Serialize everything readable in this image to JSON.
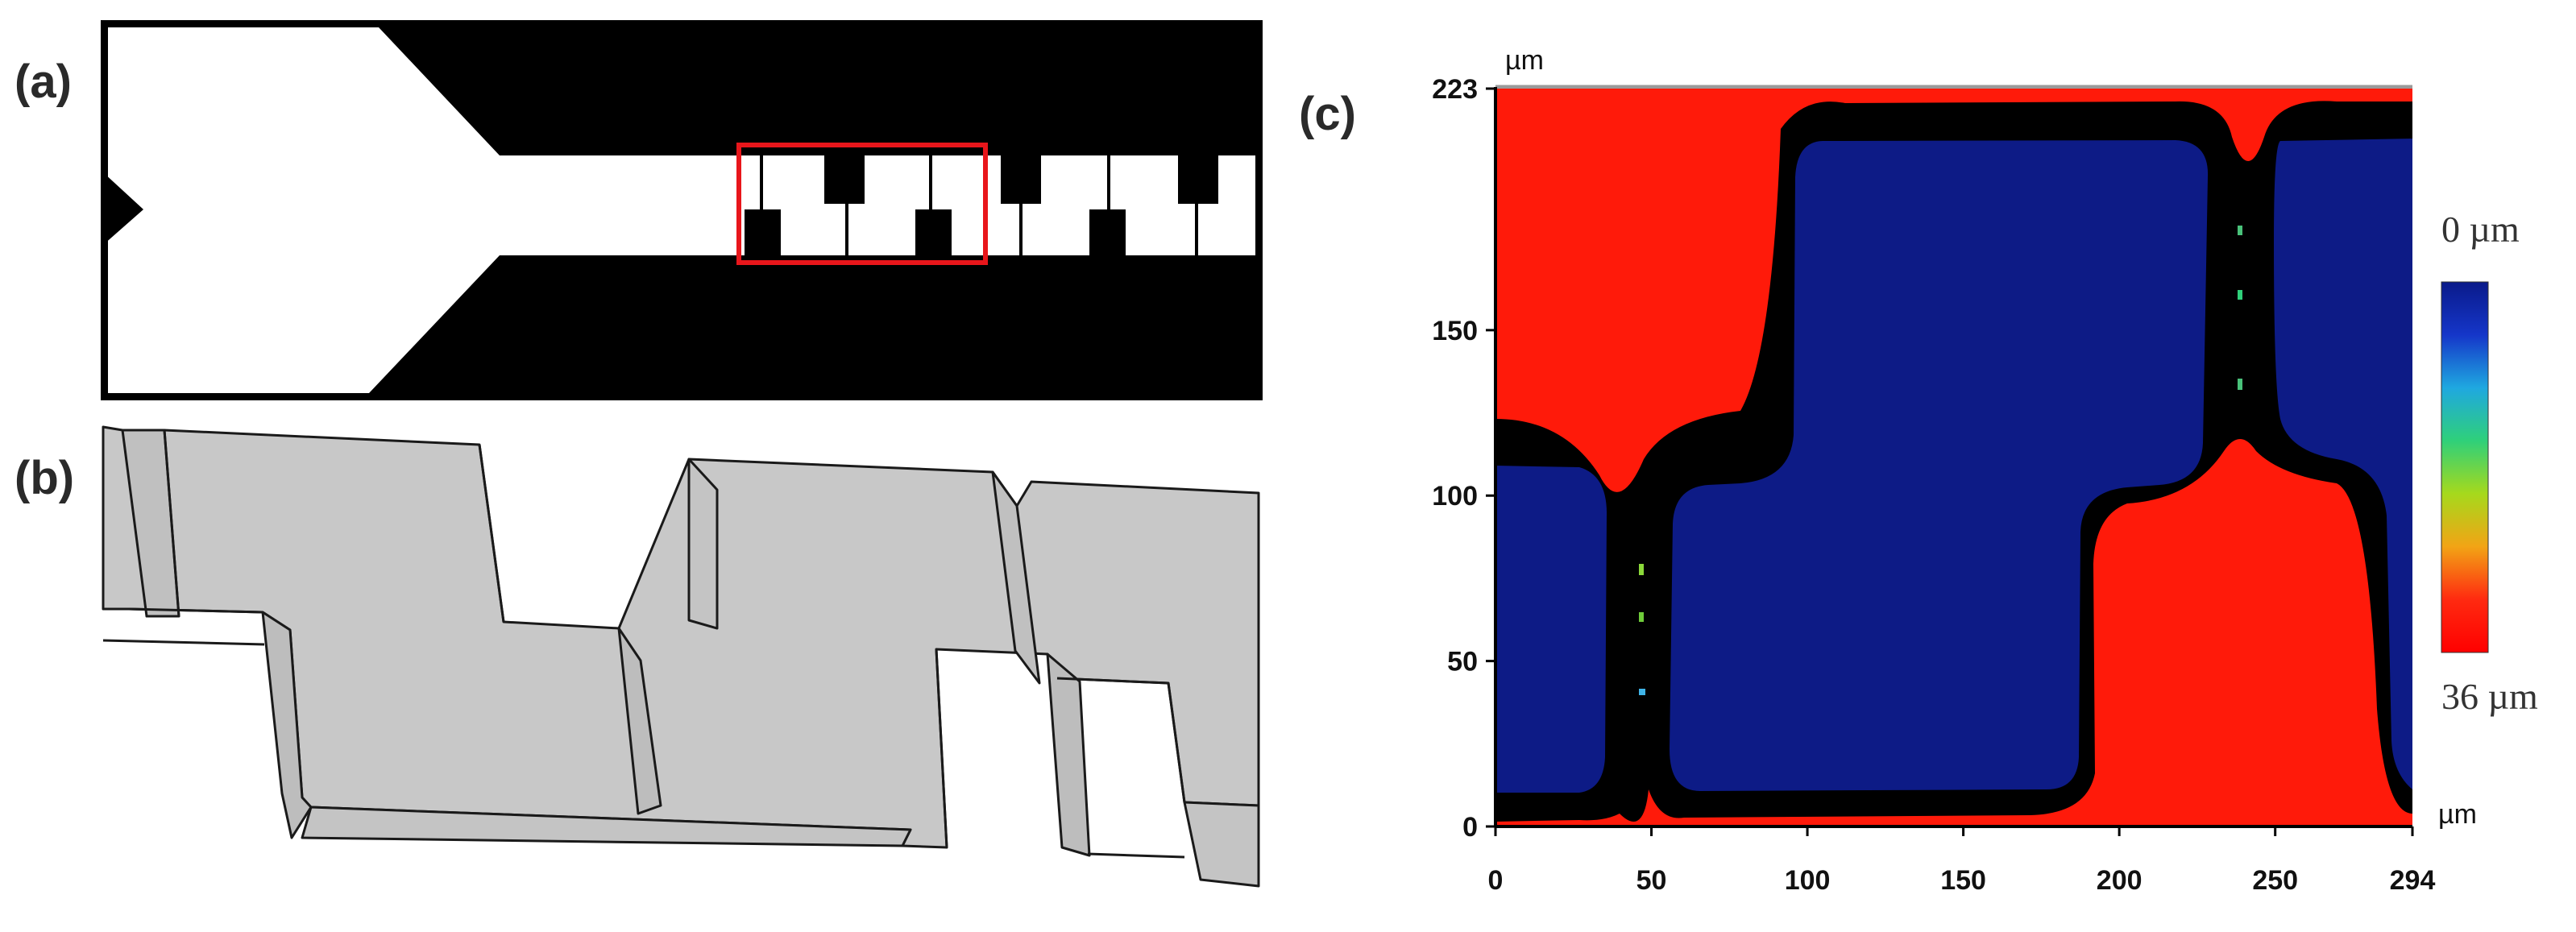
{
  "panels": {
    "a": {
      "label": "(a)"
    },
    "b": {
      "label": "(b)"
    },
    "c": {
      "label": "(c)"
    }
  },
  "colors": {
    "mask_dark": "#000000",
    "mask_light": "#ffffff",
    "highlight": "#e8161b",
    "channel_3d": "#c8c8c8",
    "deep_region": "#ff1a0a",
    "shallow_region": "#0d1b86",
    "wall": "#000000"
  },
  "chart_data": {
    "type": "heatmap",
    "x_unit": "µm",
    "y_unit": "µm",
    "xlim": [
      0,
      294
    ],
    "ylim": [
      0,
      223
    ],
    "x_ticks": [
      "0",
      "50",
      "100",
      "150",
      "200",
      "250",
      "294"
    ],
    "y_ticks": [
      "0",
      "50",
      "100",
      "150",
      "223"
    ],
    "colorbar": {
      "top_label": "0 µm",
      "bottom_label": "36 µm",
      "colors": [
        "#0a1a8a",
        "#1536c9",
        "#1fa8e0",
        "#2fd07a",
        "#a6d91c",
        "#f2a415",
        "#ff2a10",
        "#ff0000"
      ]
    }
  }
}
